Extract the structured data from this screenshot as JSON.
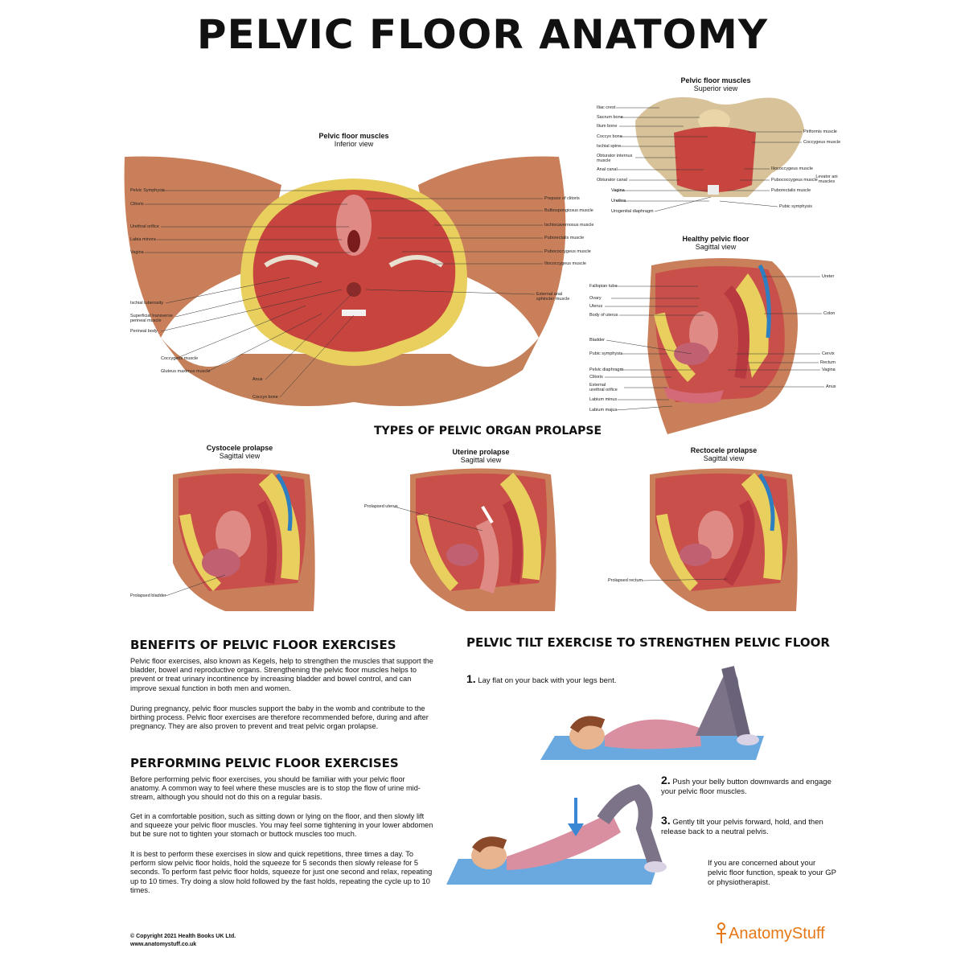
{
  "title": "PELVIC FLOOR ANATOMY",
  "inferior": {
    "caption_title": "Pelvic floor muscles",
    "caption_sub": "Inferior view",
    "labels_left": [
      "Pelvic Symphysis",
      "Clitoris",
      "Urethral orifice",
      "Labia minora",
      "Vagina",
      "Ischial tuberosity",
      "Superficial transverse perineal muscle",
      "Perineal body",
      "Coccygeus muscle",
      "Gluteus maximus muscle"
    ],
    "labels_right": [
      "Prepuce of clitoris",
      "Bulbospongiosus muscle",
      "Ischiocavernosus muscle",
      "Puborectalis muscle",
      "Pubococcygeus muscle",
      "Iliococcygeus muscle",
      "External anal sphincter muscle"
    ],
    "labels_bottom": [
      "Anus",
      "Coccyx bone"
    ]
  },
  "superior": {
    "caption_title": "Pelvic floor muscles",
    "caption_sub": "Superior view",
    "labels_left": [
      "Iliac crest",
      "Sacrum bone",
      "Ilium bone",
      "Coccyx bone",
      "Ischial spine",
      "Obturator internus muscle",
      "Anal canal",
      "Obturator canal",
      "Vagina",
      "Urethra",
      "Urogenital diaphragm"
    ],
    "labels_right": [
      "Piriformis muscle",
      "Coccygeus muscle",
      "Iliococcygeus muscle",
      "Pubococcygeus muscle",
      "Puborectalis muscle",
      "Pubic symphysis"
    ],
    "levator": "Levator ani muscles"
  },
  "healthy": {
    "caption_title": "Healthy pelvic floor",
    "caption_sub": "Sagittal view",
    "labels_left": [
      "Fallopian tube",
      "Ovary",
      "Uterus",
      "Body of uterus",
      "Bladder",
      "Pubic symphysis",
      "Pelvic diaphragm",
      "Clitoris",
      "External urethral orifice",
      "Labium minus",
      "Labium majus"
    ],
    "labels_right": [
      "Ureter",
      "Colon",
      "Cervix",
      "Rectum",
      "Vagina",
      "Anus"
    ]
  },
  "prolapse": {
    "heading": "TYPES OF PELVIC ORGAN PROLAPSE",
    "items": [
      {
        "title": "Cystocele prolapse",
        "sub": "Sagittal view",
        "label": "Prolapsed bladder"
      },
      {
        "title": "Uterine prolapse",
        "sub": "Sagittal view",
        "label": "Prolapsed uterus"
      },
      {
        "title": "Rectocele prolapse",
        "sub": "Sagittal view",
        "label": "Prolapsed rectum"
      }
    ]
  },
  "benefits": {
    "heading": "BENEFITS OF PELVIC FLOOR EXERCISES",
    "p1": "Pelvic floor exercises, also known as Kegels, help to strengthen the muscles that support the bladder, bowel and reproductive organs. Strengthening the pelvic floor muscles helps to prevent or treat urinary incontinence by increasing bladder and bowel control, and can improve sexual function in both men and women.",
    "p2": "During pregnancy, pelvic floor muscles support the baby in the womb and contribute to the birthing process. Pelvic floor exercises are therefore recommended before, during and after pregnancy. They are also proven to prevent and treat pelvic organ prolapse."
  },
  "performing": {
    "heading": "PERFORMING PELVIC FLOOR EXERCISES",
    "p1": "Before performing pelvic floor exercises, you should be familiar with your pelvic floor anatomy. A common way to feel where these muscles are is to stop the flow of urine mid-stream, although you should not do this on a regular basis.",
    "p2": "Get in a comfortable position, such as sitting down or lying on the floor, and then slowly lift and squeeze your pelvic floor muscles. You may feel some tightening in your lower abdomen but be sure not to tighten your stomach or buttock muscles too much.",
    "p3": "It is best to perform these exercises in slow and quick repetitions, three times a day. To perform slow pelvic floor holds, hold the squeeze for 5 seconds then slowly release for 5 seconds. To perform fast pelvic floor holds, squeeze for just one second and relax, repeating up to 10 times. Try doing a slow hold followed by the fast holds, repeating the cycle up to 10 times."
  },
  "tilt": {
    "heading": "PELVIC TILT EXERCISE TO STRENGTHEN PELVIC FLOOR",
    "steps": [
      {
        "num": "1.",
        "text": "Lay flat on your back with your legs bent."
      },
      {
        "num": "2.",
        "text": "Push your belly button downwards and engage your pelvic floor muscles."
      },
      {
        "num": "3.",
        "text": "Gently tilt your pelvis forward, hold, and then release back to a neutral pelvis."
      }
    ],
    "note": "If you are concerned about your pelvic floor function, speak to your GP or physiotherapist."
  },
  "footer": {
    "copyright": "© Copyright 2021 Health Books UK Ltd.",
    "url": "www.anatomystuff.co.uk",
    "logo": "AnatomyStuff"
  },
  "colors": {
    "skin": "#c9805a",
    "muscle": "#c8453f",
    "fat": "#e9cf5e",
    "bone": "#d7c29a",
    "mat": "#6aa9df",
    "accent": "#e67817"
  }
}
